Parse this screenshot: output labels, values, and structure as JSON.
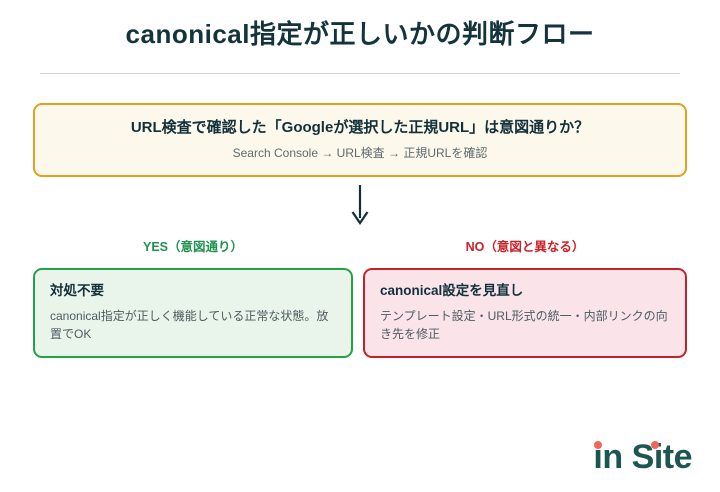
{
  "slide": {
    "title": "canonical指定が正しいかの判断フロー"
  },
  "question": {
    "title": "URL検査で確認した「Googleが選択した正規URL」は意図通りか？",
    "subtitle": "Search Console → URL検査 → 正規URLを確認"
  },
  "arrow": {
    "icon": "arrow-down-icon",
    "color": "#12303a"
  },
  "branches": [
    {
      "label": "YES（意図通り）",
      "color": "#229150",
      "outcome": {
        "title": "対処不要",
        "body": "canonical指定が正しく機能している正常な状態。放置でOK",
        "border_color": "#27a04a",
        "background_color": "#e9f5ea"
      }
    },
    {
      "label": "NO（意図と異なる）",
      "color": "#cc2128",
      "outcome": {
        "title": "canonical設定を見直し",
        "body": "テンプレート設定・URL形式の統一・内部リンクの向き先を修正",
        "border_color": "#c4222b",
        "background_color": "#fae4ea"
      }
    }
  ],
  "logo": {
    "part1": "in",
    "part2": "Site",
    "text_color": "#1d5551",
    "dot_color": "#f26558"
  }
}
